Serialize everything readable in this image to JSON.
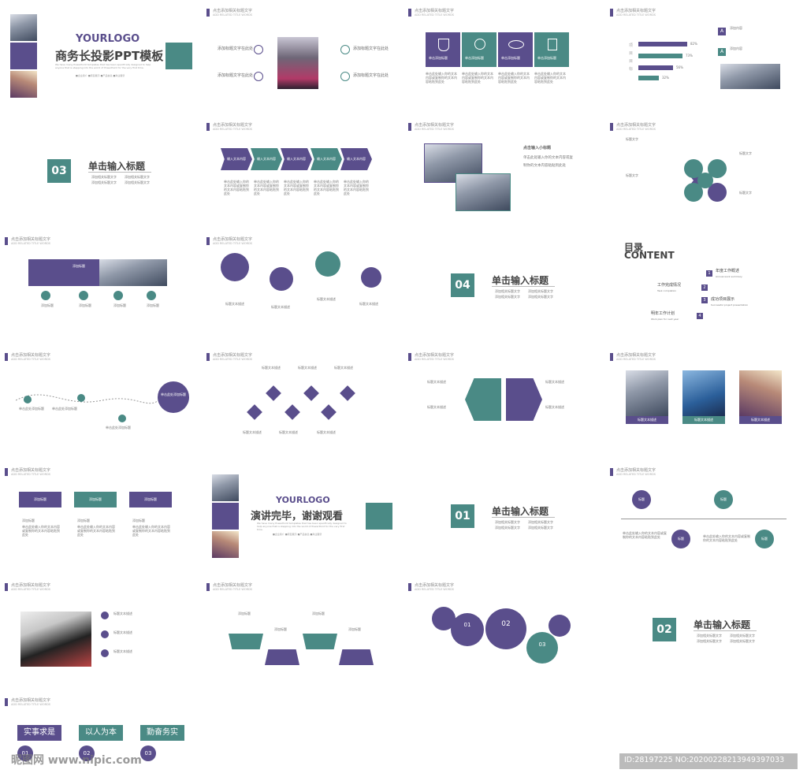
{
  "common": {
    "slide_title": "点击添加相关标题文字",
    "slide_sub": "ADD RELATED TITLE WORDS",
    "ph_text": "添加相关标题文字",
    "ph_short": "添加标题",
    "para": "单击此处输入你的文本内容或复制你的文本内容粘贴到此处",
    "section_title": "单击输入标题"
  },
  "cover": {
    "logo": "YOURLOGO",
    "title": "商务长投影PPT模板",
    "desc": "We have many PowerPoint templates that has been specifically designed to help anyone that is stepping into the world of PowerPoint for the very first time.",
    "tags": [
      "■企业简介",
      "■项目展示",
      "■产品信息",
      "■商业展望"
    ]
  },
  "s2": {
    "text": "添加标题文字在此处"
  },
  "s3": {
    "cards": [
      "单击添加标题",
      "单击添加标题",
      "单击添加标题",
      "单击添加标题"
    ]
  },
  "s4": {
    "bars": [
      "82%",
      "73%",
      "56%",
      "32%"
    ],
    "vertical": "项目目标",
    "items": [
      "A",
      "A"
    ],
    "item_title": "添加内容"
  },
  "sec03": {
    "num": "03",
    "title": "单击输入标题"
  },
  "s6": {
    "arrows": [
      "输入文本内容",
      "输入文本内容",
      "输入文本内容",
      "输入文本内容",
      "输入文本内容"
    ]
  },
  "s7": {
    "title": "点击输入小标题"
  },
  "s8": {
    "label": "标题文字"
  },
  "s9": {
    "banner": "添加标题",
    "label": "添加标题"
  },
  "s10": {
    "label": "标题文本描述"
  },
  "sec04": {
    "num": "04",
    "title": "单击输入标题"
  },
  "toc": {
    "heading": "目录",
    "heading_en": "CONTENT",
    "items": [
      {
        "n": "1",
        "t": "年度工作概述",
        "e": "Annual work summary"
      },
      {
        "n": "2",
        "t": "工作完成情况",
        "e": "Task completion"
      },
      {
        "n": "3",
        "t": "成功项目展示",
        "e": "Successful project presentation"
      },
      {
        "n": "4",
        "t": "明年工作计划",
        "e": "Work plan for next year"
      }
    ]
  },
  "s13": {
    "bubble": "单击此处添加标题",
    "label": "单击此处添加标题"
  },
  "s14": {
    "label": "标题文本描述"
  },
  "s15": {
    "label": "标题文本描述"
  },
  "s16": {
    "label": "标题文本描述"
  },
  "s17": {
    "label": "添加标题"
  },
  "thanks": {
    "logo": "YOURLOGO",
    "title": "演讲完毕，谢谢观看",
    "tags": [
      "■企业简介",
      "■项目展示",
      "■产品信息",
      "■商业展望"
    ]
  },
  "sec01": {
    "num": "01",
    "title": "单击输入标题"
  },
  "s20": {
    "label": "标题"
  },
  "s21": {
    "label": "标题文本描述"
  },
  "s22": {
    "label": "添加标题"
  },
  "s23": {
    "nums": [
      "01",
      "02",
      "03"
    ]
  },
  "sec02": {
    "num": "02",
    "title": "单击输入标题"
  },
  "s25": {
    "buttons": [
      "实事求是",
      "以人为本",
      "勤奋务实"
    ],
    "nums": [
      "01",
      "02",
      "03"
    ]
  },
  "footer": {
    "left": "昵图网 www.nipic.com",
    "right": "ID:28197225 NO:20200228213949397033"
  },
  "colors": {
    "purple": "#5a4e8c",
    "teal": "#4a8a85"
  }
}
